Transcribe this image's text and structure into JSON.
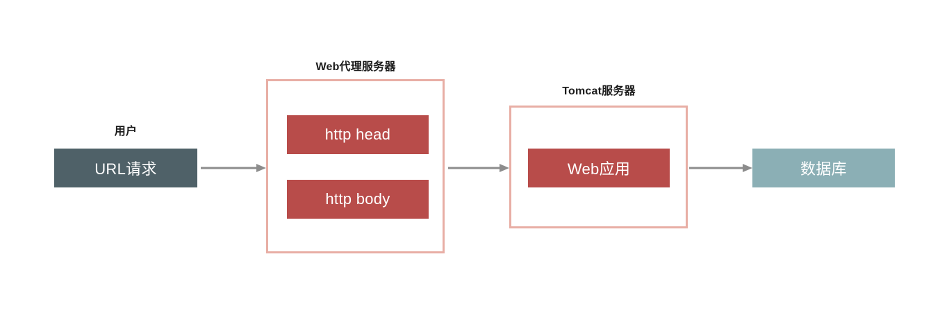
{
  "diagram": {
    "title_visible": false,
    "background": "#ffffff",
    "colors": {
      "slate_box": "#4f6168",
      "red_box": "#b84c4a",
      "teal_box": "#8bafb5",
      "container_border": "#e8aea5",
      "arrow": "#8c8c8c",
      "label_text": "#1b1b1b",
      "box_text": "#ffffff"
    },
    "captions": [
      {
        "id": "user",
        "text": "用户"
      },
      {
        "id": "web-proxy-server",
        "text": "Web代理服务器"
      },
      {
        "id": "tomcat-server",
        "text": "Tomcat服务器"
      }
    ],
    "nodes": [
      {
        "id": "url-request",
        "text": "URL请求",
        "style": "slate"
      },
      {
        "id": "http-head",
        "text": "http head",
        "style": "red"
      },
      {
        "id": "http-body",
        "text": "http body",
        "style": "red"
      },
      {
        "id": "web-application",
        "text": "Web应用",
        "style": "red"
      },
      {
        "id": "database",
        "text": "数据库",
        "style": "teal"
      }
    ],
    "edges": [
      {
        "id": "edge-url-to-proxy",
        "from": "url-request",
        "to": "web-proxy-server"
      },
      {
        "id": "edge-proxy-to-tomcat",
        "from": "web-proxy-server",
        "to": "tomcat-server"
      },
      {
        "id": "edge-tomcat-to-database",
        "from": "tomcat-server",
        "to": "database"
      }
    ]
  }
}
